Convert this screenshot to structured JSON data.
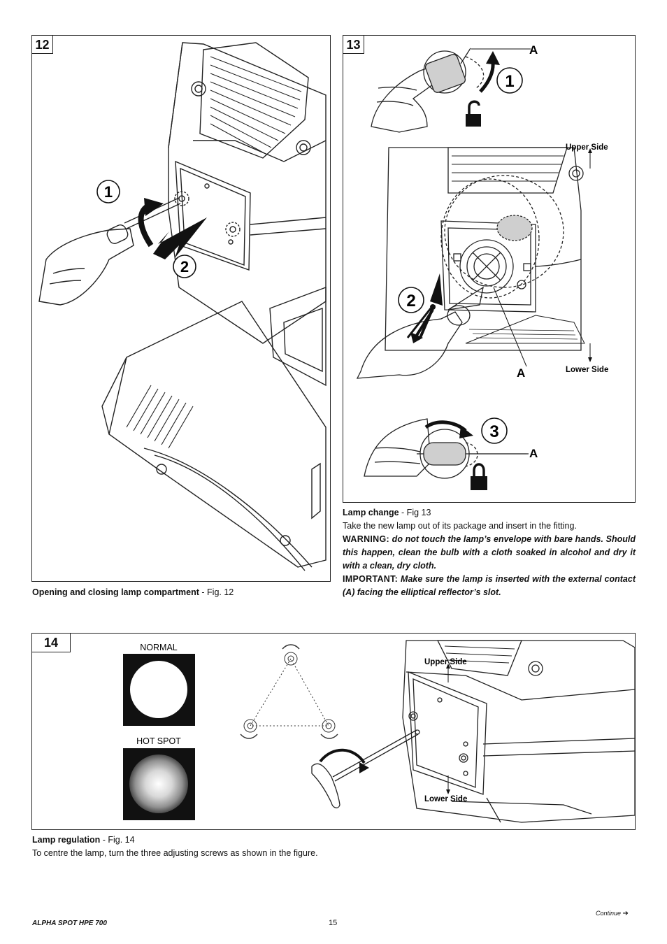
{
  "fig12": {
    "number": "12",
    "step1": "1",
    "step2": "2",
    "caption_title": "Opening and closing lamp compartment",
    "caption_ref": " - Fig. 12"
  },
  "fig13": {
    "number": "13",
    "label_a": "A",
    "step1": "1",
    "step2": "2",
    "step3": "3",
    "upper_side": "Upper Side",
    "lower_side": "Lower Side",
    "caption_title": "Lamp change",
    "caption_ref": " - Fig 13",
    "line1": "Take the new lamp out of its package and insert in the fitting.",
    "warning_label": "WARNING:",
    "warning_text": " do not touch the lamp’s envelope with bare hands. Should this happen, clean the bulb with a cloth soaked in alcohol and dry it with a clean, dry cloth.",
    "important_label": "IMPORTANT:",
    "important_text": " Make sure the lamp is inserted with the external contact (A) facing the elliptical reflector’s slot."
  },
  "fig14": {
    "number": "14",
    "normal_label": "NORMAL",
    "hotspot_label": "HOT SPOT",
    "upper_side": "Upper Side",
    "lower_side": "Lower Side",
    "caption_title": "Lamp regulation",
    "caption_ref": " - Fig. 14",
    "line1": "To centre the lamp, turn the three adjusting screws as shown in the figure."
  },
  "footer": {
    "product": "ALPHA SPOT HPE 700",
    "page_number": "15",
    "continue_label": "Continue",
    "continue_arrow": "➔"
  }
}
